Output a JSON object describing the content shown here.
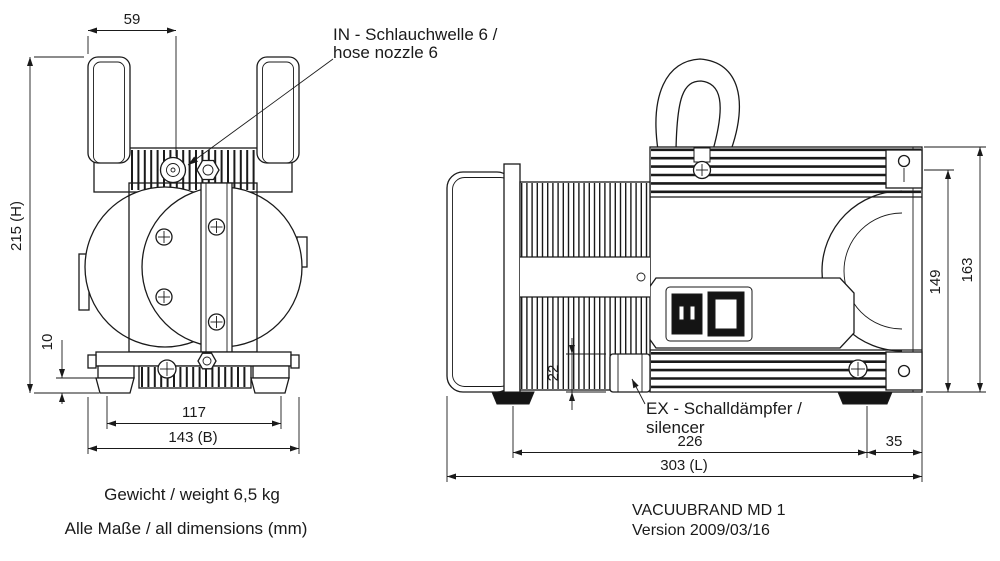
{
  "drawing": {
    "front": {
      "dim_top": "59",
      "dim_height": "215 (H)",
      "dim_foot": "10",
      "dim_inner_width": "117",
      "dim_width": "143 (B)",
      "callout_in_1": "IN - Schlauchwelle 6 /",
      "callout_in_2": "hose nozzle 6"
    },
    "side": {
      "dim_muffler": "22",
      "dim_span": "226",
      "dim_offset": "35",
      "dim_length": "303 (L)",
      "dim_h_inner": "149",
      "dim_h_outer": "163",
      "callout_ex_1": "EX - Schalldämpfer /",
      "callout_ex_2": "silencer"
    },
    "notes": {
      "weight": "Gewicht / weight 6,5 kg",
      "units": "Alle Maße / all dimensions (mm)"
    },
    "title": {
      "model": "VACUUBRAND MD 1",
      "version": "Version 2009/03/16"
    },
    "colors": {
      "line": "#1a1a1a",
      "bg": "#ffffff"
    }
  }
}
